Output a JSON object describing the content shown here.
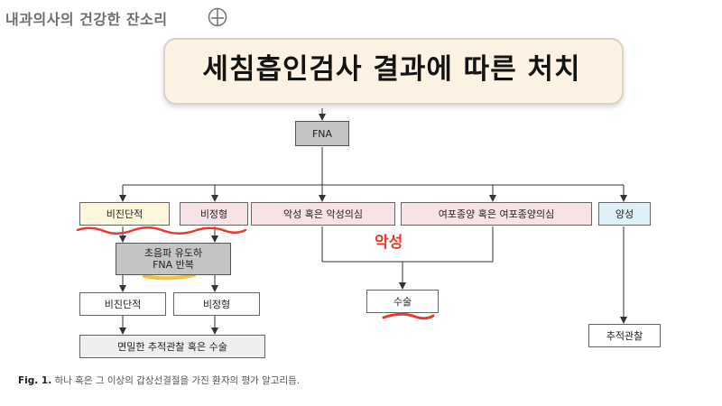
{
  "header": {
    "channel": "내과의사의 건강한 잔소리",
    "icon": "plus-circle-icon"
  },
  "title": "세침흡인검사 결과에 따른 처치",
  "flow": {
    "root": "FNA",
    "results": {
      "nondiagnostic": "비진단적",
      "atypia": "비정형",
      "malignant_suspicious": "악성 혹은 악성의심",
      "follicular": "여포종양 혹은 여포종양의심",
      "benign": "양성"
    },
    "repeat": "초음파 유도하\nFNA 반복",
    "repeat_results": {
      "nondiagnostic": "비진단적",
      "atypia": "비정형"
    },
    "close_followup": "면밀한 추적관찰 혹은 수술",
    "surgery": "수술",
    "followup": "추적관찰"
  },
  "annotation": {
    "malignant_label": "악성",
    "colors": {
      "red": "#e8392c",
      "yellow": "#f0c33c"
    }
  },
  "caption": {
    "prefix": "Fig. 1.",
    "text": "하나 혹은 그 이상의 갑상선결절을 가진 환자의 평가 알고리듬."
  }
}
